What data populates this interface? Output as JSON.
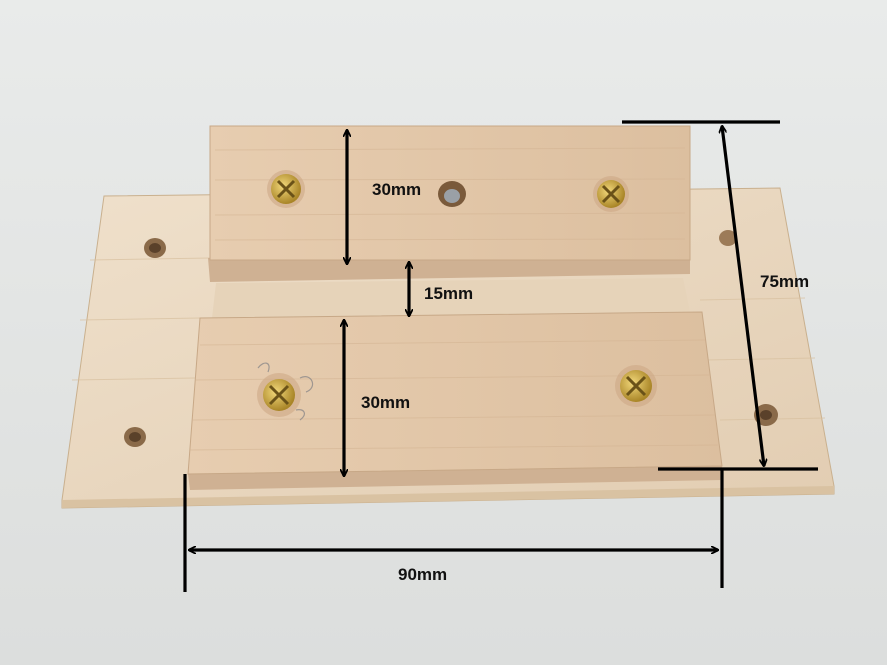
{
  "dimensions": {
    "top_block_height": "30mm",
    "gap": "15mm",
    "bottom_block_height": "30mm",
    "total_height": "75mm",
    "width": "90mm"
  },
  "colors": {
    "background": "#e4e6e5",
    "base_board": "#e8d6bf",
    "block_top": "#e3c7a9",
    "block_side": "#d6b899",
    "screw": "#c9a53e",
    "annotation": "#000000"
  }
}
